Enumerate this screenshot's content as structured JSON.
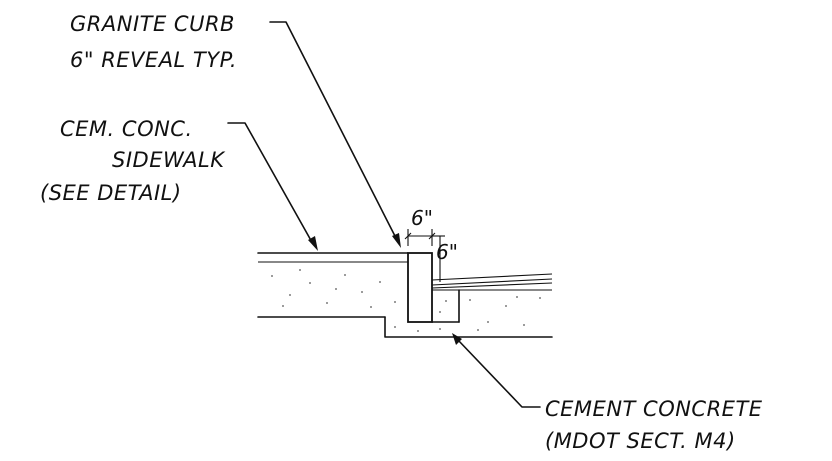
{
  "labels": {
    "granite_curb_line1": "GRANITE CURB",
    "granite_curb_line2": "6\" REVEAL TYP.",
    "sidewalk_line1": "CEM. CONC.",
    "sidewalk_line2": "SIDEWALK",
    "sidewalk_line3": "(SEE DETAIL)",
    "concrete_line1": "CEMENT CONCRETE",
    "concrete_line2": "(MDOT SECT. M4)"
  },
  "dimensions": {
    "curb_width": "6\"",
    "reveal_height": "6\""
  }
}
